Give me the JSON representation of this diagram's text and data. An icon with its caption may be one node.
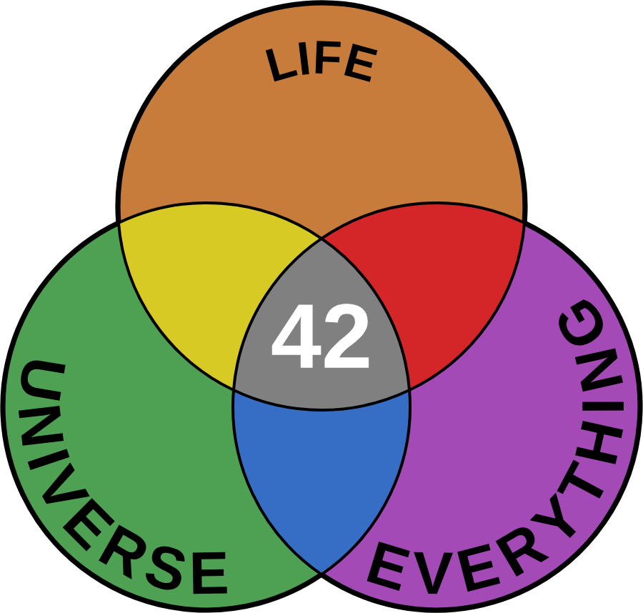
{
  "diagram": {
    "nodes": [
      {
        "text": [
          "LIFE"
        ]
      },
      {
        "text": [
          "UNIVERSE"
        ]
      },
      {
        "text": [
          "EVERYTHING"
        ]
      },
      {
        "text": [
          "42"
        ]
      }
    ]
  }
}
